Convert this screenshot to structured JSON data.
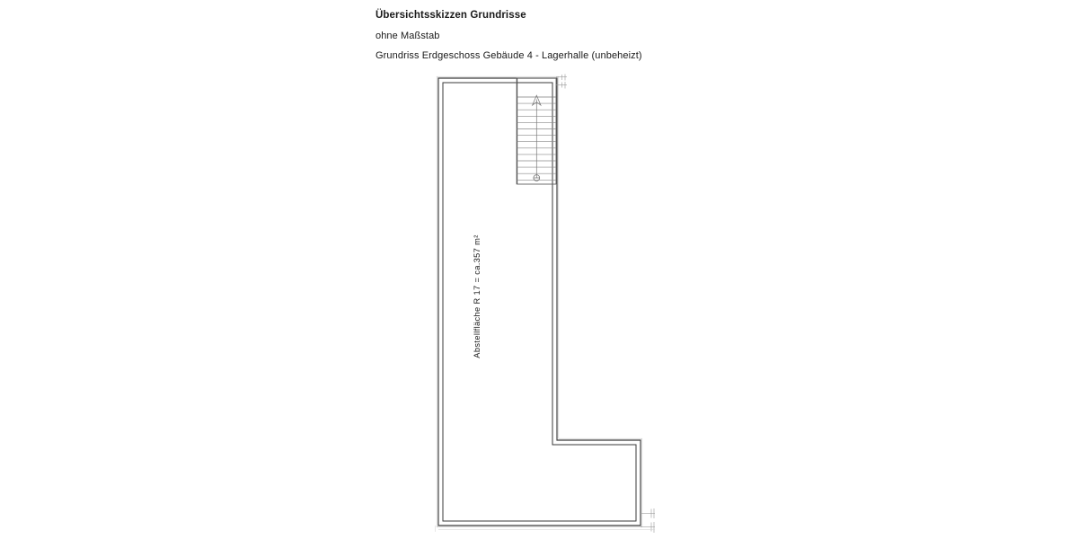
{
  "document": {
    "title_line": "Übersichtsskizzen Grundrisse",
    "scale_line": "ohne Maßstab",
    "plan_caption": "Grundriss Erdgeschoss Gebäude 4 - Lagerhalle (unbeheizt)"
  },
  "plan": {
    "room_label": "Abstellfläche   R 17 = ca.357 m²",
    "room_number": "R 17",
    "room_name": "Abstellfläche",
    "room_area": "ca.357 m²",
    "stair": {
      "name": "staircase",
      "tread_count": 13,
      "direction_marker": "up-arrow",
      "start_marker": "circle"
    },
    "colors": {
      "wall_line": "#3a3a3a",
      "thin_line": "#8a8a8a",
      "background": "#ffffff",
      "text": "#1a1a1a"
    }
  }
}
